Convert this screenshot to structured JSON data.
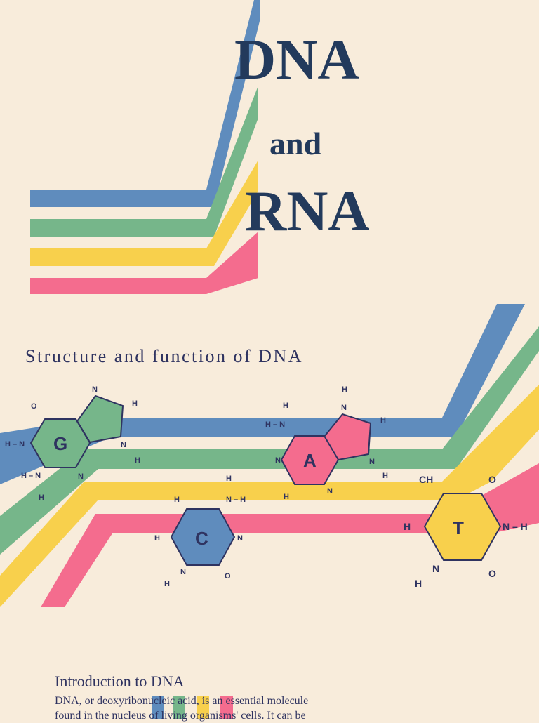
{
  "cover": {
    "title_line1": "DNA",
    "title_line2": "and",
    "title_line3": "RNA"
  },
  "subtitle": "Structure and function of DNA",
  "bases": {
    "g": {
      "letter": "G"
    },
    "a": {
      "letter": "A"
    },
    "c": {
      "letter": "C"
    },
    "t": {
      "letter": "T"
    }
  },
  "atoms": {
    "n": "N",
    "h": "H",
    "o": "O",
    "hn": "H – N",
    "nh": "N – H",
    "ch": "CH"
  },
  "intro": {
    "heading": "Introduction to DNA",
    "body_line1": "DNA, or deoxyribonucleic acid, is an essential molecule",
    "body_line2": "found in the nucleus of living organisms' cells. It can be"
  },
  "colors": {
    "background": "#f8ecdb",
    "blue": "#5f8cbd",
    "green": "#76b68a",
    "yellow": "#f8d04c",
    "pink": "#f46c8e",
    "navy": "#233a5c"
  }
}
